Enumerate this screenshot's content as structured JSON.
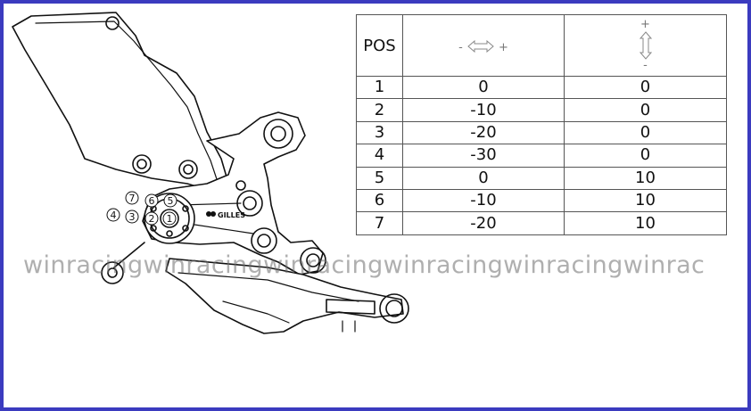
{
  "table": {
    "header_pos": "POS",
    "rows": [
      {
        "pos": "1",
        "h": "0",
        "v": "0"
      },
      {
        "pos": "2",
        "h": "-10",
        "v": "0"
      },
      {
        "pos": "3",
        "h": "-20",
        "v": "0"
      },
      {
        "pos": "4",
        "h": "-30",
        "v": "0"
      },
      {
        "pos": "5",
        "h": "0",
        "v": "10"
      },
      {
        "pos": "6",
        "h": "-10",
        "v": "10"
      },
      {
        "pos": "7",
        "h": "-20",
        "v": "10"
      }
    ],
    "h_minus": "-",
    "h_plus": "+",
    "v_plus": "+",
    "v_minus": "-"
  },
  "markers": {
    "m1": "1",
    "m2": "2",
    "m3": "3",
    "m4": "4",
    "m5": "5",
    "m6": "6",
    "m7": "7"
  },
  "brand_logo_text": "GILLES",
  "watermark": "winracingwinracingwinracingwinracingwinracingwinrac",
  "icons": [
    "horizontal-adjust-arrow-icon",
    "vertical-adjust-arrow-icon"
  ],
  "colors": {
    "frame": "#3b3bbf",
    "line": "#111111",
    "watermark": "#6e6e6e"
  }
}
